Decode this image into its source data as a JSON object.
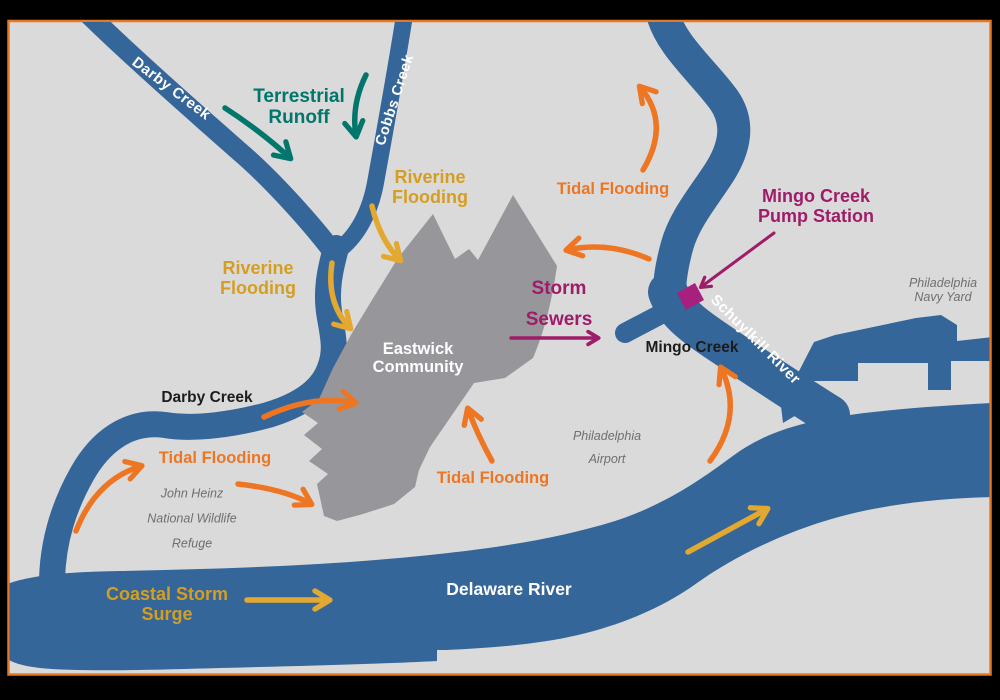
{
  "colors": {
    "frame": "#000000",
    "map_background": "#DBDADA",
    "map_border": "#E87722",
    "water": "#35669A",
    "community_fill": "#97969A",
    "terrestrial_teal": "#00766C",
    "riverine_gold_text": "#D49E23",
    "riverine_gold_arrow": "#E3A82F",
    "tidal_orange": "#EE7623",
    "sewer_magenta": "#9E1C69",
    "pump_square": "#A7207D"
  },
  "waterways": {
    "darby_creek": "Darby Creek",
    "cobbs_creek": "Cobbs Creek",
    "schuylkill_river": "Schuylkill River",
    "delaware_river": "Delaware River",
    "mingo_creek": "Mingo Creek",
    "darby_creek_lower": "Darby Creek"
  },
  "places": {
    "eastwick": "Eastwick\nCommunity",
    "navy_yard": "Philadelphia\nNavy Yard",
    "airport": "Philadelphia\nAirport",
    "wildlife_refuge": "John Heinz\nNational Wildlife\nRefuge"
  },
  "flood_sources": {
    "terrestrial_runoff": "Terrestrial\nRunoff",
    "riverine_flooding_cobbs": "Riverine\nFlooding",
    "riverine_flooding_darby": "Riverine\nFlooding",
    "tidal_flooding_schuylkill": "Tidal Flooding",
    "tidal_flooding_darby": "Tidal Flooding",
    "tidal_flooding_south": "Tidal Flooding",
    "storm_sewers": "Storm\nSewers",
    "coastal_storm_surge": "Coastal Storm\nSurge"
  },
  "infrastructure": {
    "pump_station": "Mingo Creek\nPump Station"
  }
}
